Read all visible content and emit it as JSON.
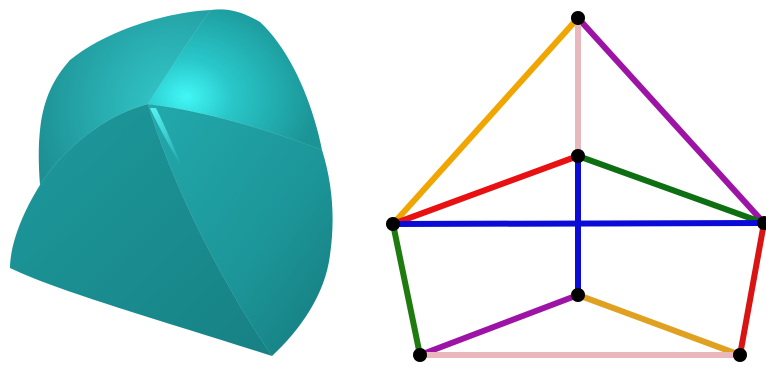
{
  "colors": {
    "background": "#ffffff",
    "solid_base": "#1e9fa2",
    "solid_highlight": "#3ff5f6",
    "vertex": "#000000"
  },
  "left_figure": {
    "kind": "curved-solid",
    "faces": [
      "upper-left",
      "upper-right",
      "left",
      "front-right"
    ],
    "shading": "teal"
  },
  "right_figure": {
    "kind": "wireframe-graph",
    "vertices": [
      "top",
      "upper-middle",
      "left",
      "right",
      "lower-middle",
      "bottom-left",
      "bottom-right"
    ],
    "edges": [
      {
        "from": "top",
        "to": "left",
        "color": "#f0a500"
      },
      {
        "from": "top",
        "to": "right",
        "color": "#9c13a6"
      },
      {
        "from": "top",
        "to": "upper-middle",
        "color": "#e8b8bc"
      },
      {
        "from": "left",
        "to": "upper-middle",
        "color": "#e81010"
      },
      {
        "from": "upper-middle",
        "to": "right",
        "color": "#0d6e12"
      },
      {
        "from": "left",
        "to": "right",
        "color": "#0b0bd8"
      },
      {
        "from": "upper-middle",
        "to": "lower-middle",
        "color": "#0b0bd8"
      },
      {
        "from": "left",
        "to": "bottom-left",
        "color": "#1f7a10"
      },
      {
        "from": "right",
        "to": "bottom-right",
        "color": "#d81414"
      },
      {
        "from": "bottom-left",
        "to": "lower-middle",
        "color": "#9c13a6"
      },
      {
        "from": "lower-middle",
        "to": "bottom-right",
        "color": "#e0a020"
      },
      {
        "from": "bottom-left",
        "to": "bottom-right",
        "color": "#e8b8bc"
      }
    ]
  }
}
